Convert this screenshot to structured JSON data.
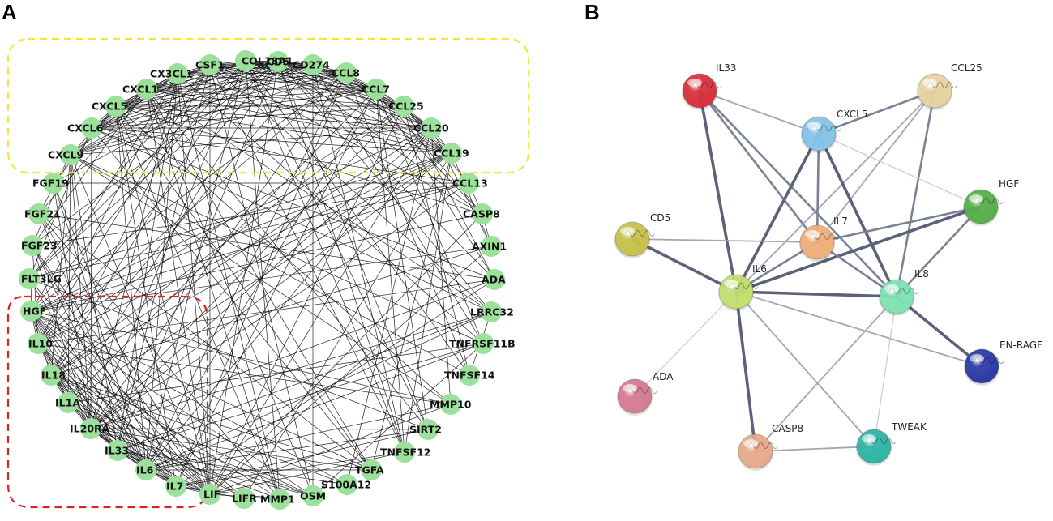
{
  "panels": {
    "a": {
      "letter": "A"
    },
    "b": {
      "letter": "B"
    }
  },
  "network_a": {
    "node_color": "#9be09b",
    "edge_color": "#000000",
    "highlight_colors": {
      "top": "#f2e640",
      "bottom_left": "#dd2222"
    },
    "nodes": [
      "CSF1",
      "COL18A1",
      "CD5",
      "CD274",
      "CCL8",
      "CCL7",
      "CCL25",
      "CCL20",
      "CCL19",
      "CCL13",
      "CASP8",
      "AXIN1",
      "ADA",
      "LRRC32",
      "TNFRSF11B",
      "TNFSF14",
      "MMP10",
      "SIRT2",
      "TNFSF12",
      "TGFA",
      "S100A12",
      "OSM",
      "MMP1",
      "LIFR",
      "LIF",
      "IL7",
      "IL6",
      "IL33",
      "IL20RA",
      "IL1A",
      "IL18",
      "IL10",
      "HGF",
      "FLT3LG",
      "FGF23",
      "FGF21",
      "FGF19",
      "CXCL9",
      "CXCL6",
      "CXCL5",
      "CXCL1",
      "CX3CL1"
    ]
  },
  "network_b": {
    "nodes": [
      {
        "id": "IL33",
        "label": "IL33",
        "color": "#d8313d"
      },
      {
        "id": "CCL25",
        "label": "CCL25",
        "color": "#e6d3a0"
      },
      {
        "id": "CXCL5",
        "label": "CXCL5",
        "color": "#85c4ea"
      },
      {
        "id": "HGF",
        "label": "HGF",
        "color": "#56b04a"
      },
      {
        "id": "CD5",
        "label": "CD5",
        "color": "#c6c24a"
      },
      {
        "id": "IL7",
        "label": "IL7",
        "color": "#f0b07a"
      },
      {
        "id": "IL6",
        "label": "IL6",
        "color": "#c2e070"
      },
      {
        "id": "IL8",
        "label": "IL8",
        "color": "#7fe3b3"
      },
      {
        "id": "EN-RAGE",
        "label": "EN-RAGE",
        "color": "#2c3aa6"
      },
      {
        "id": "ADA",
        "label": "ADA",
        "color": "#d67b92"
      },
      {
        "id": "CASP8",
        "label": "CASP8",
        "color": "#e8aa8c"
      },
      {
        "id": "TWEAK",
        "label": "TWEAK",
        "color": "#2fb5a5"
      }
    ],
    "edges": [
      {
        "a": "IL33",
        "b": "CXCL5",
        "w": "light"
      },
      {
        "a": "IL33",
        "b": "IL6",
        "w": "strong"
      },
      {
        "a": "IL33",
        "b": "IL7",
        "w": "medium"
      },
      {
        "a": "IL33",
        "b": "IL8",
        "w": "medium"
      },
      {
        "a": "CCL25",
        "b": "CXCL5",
        "w": "medium"
      },
      {
        "a": "CCL25",
        "b": "IL6",
        "w": "light"
      },
      {
        "a": "CCL25",
        "b": "IL7",
        "w": "light"
      },
      {
        "a": "CCL25",
        "b": "IL8",
        "w": "medium"
      },
      {
        "a": "CXCL5",
        "b": "IL6",
        "w": "strong"
      },
      {
        "a": "CXCL5",
        "b": "IL7",
        "w": "medium"
      },
      {
        "a": "CXCL5",
        "b": "IL8",
        "w": "strong"
      },
      {
        "a": "CXCL5",
        "b": "HGF",
        "w": "faint"
      },
      {
        "a": "HGF",
        "b": "IL6",
        "w": "strong"
      },
      {
        "a": "HGF",
        "b": "IL7",
        "w": "medium"
      },
      {
        "a": "HGF",
        "b": "IL8",
        "w": "medium"
      },
      {
        "a": "CD5",
        "b": "IL7",
        "w": "light"
      },
      {
        "a": "CD5",
        "b": "IL6",
        "w": "strong"
      },
      {
        "a": "IL7",
        "b": "IL8",
        "w": "medium"
      },
      {
        "a": "IL6",
        "b": "IL7",
        "w": "medium"
      },
      {
        "a": "IL6",
        "b": "IL8",
        "w": "strong"
      },
      {
        "a": "IL6",
        "b": "EN-RAGE",
        "w": "light"
      },
      {
        "a": "IL6",
        "b": "ADA",
        "w": "faint"
      },
      {
        "a": "IL6",
        "b": "CASP8",
        "w": "strong"
      },
      {
        "a": "IL6",
        "b": "TWEAK",
        "w": "light"
      },
      {
        "a": "IL8",
        "b": "EN-RAGE",
        "w": "strong"
      },
      {
        "a": "IL8",
        "b": "CASP8",
        "w": "light"
      },
      {
        "a": "IL8",
        "b": "TWEAK",
        "w": "faint"
      },
      {
        "a": "CASP8",
        "b": "TWEAK",
        "w": "light"
      }
    ]
  }
}
